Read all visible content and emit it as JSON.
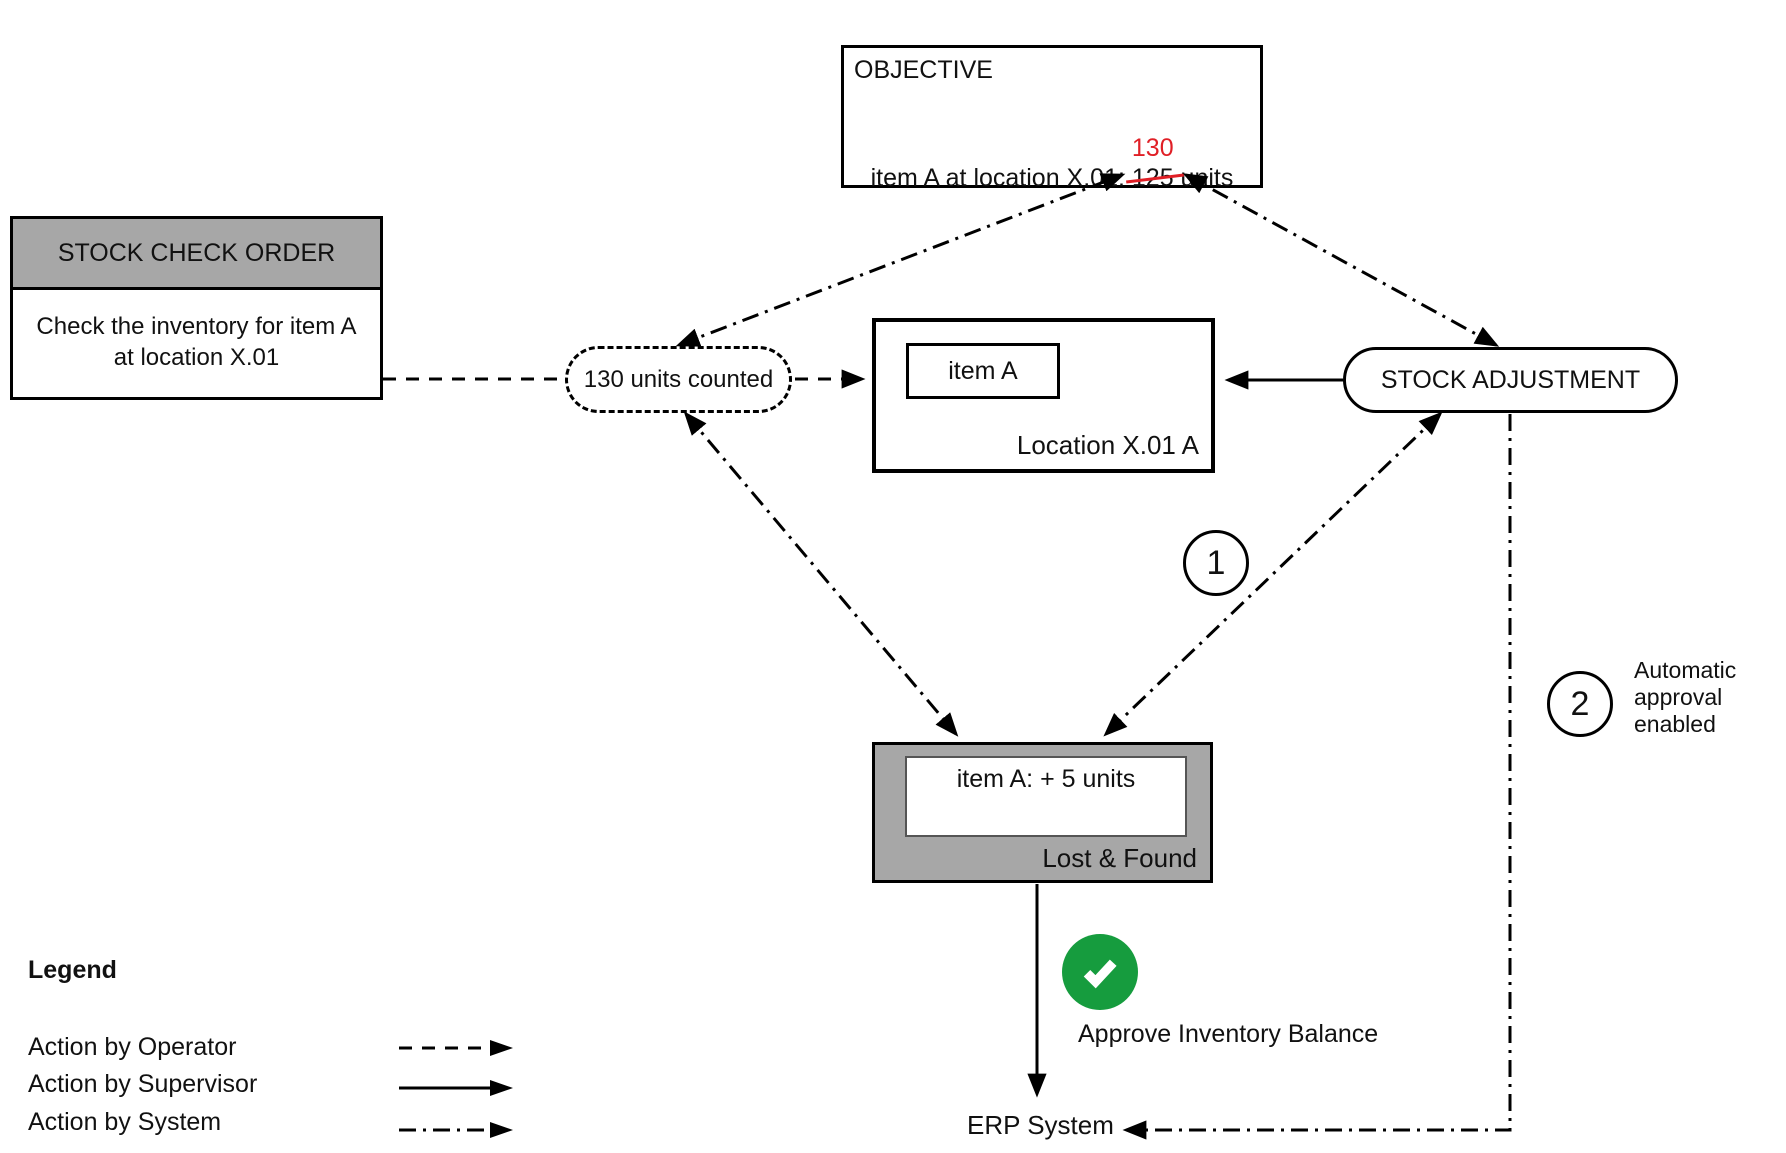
{
  "colors": {
    "gray_fill": "#a7a7a7",
    "line_black": "#000000",
    "correction_red": "#e01f26",
    "approve_green": "#169c3e",
    "background": "#ffffff"
  },
  "objective": {
    "title": "OBJECTIVE",
    "line_prefix": "item A at location X.01: ",
    "old_value": "125",
    "new_value": "130",
    "line_suffix": " units"
  },
  "stock_check_order": {
    "title": "STOCK CHECK ORDER",
    "body_line1": "Check the inventory for item A",
    "body_line2": "at location X.01"
  },
  "counted_pill": {
    "label": "130 units counted"
  },
  "location_box": {
    "item_label": "item A",
    "location_label": "Location X.01 A"
  },
  "stock_adjustment": {
    "label": "STOCK ADJUSTMENT"
  },
  "lost_found": {
    "item_label": "item A: + 5 units",
    "location_label": "Lost & Found"
  },
  "steps": {
    "step1": "1",
    "step2": "2",
    "step2_note": "Automatic approval enabled"
  },
  "approval": {
    "label": "Approve Inventory Balance"
  },
  "erp": {
    "label": "ERP System"
  },
  "legend": {
    "title": "Legend",
    "items": [
      {
        "label": "Action by Operator",
        "style": "dashed"
      },
      {
        "label": "Action by Supervisor",
        "style": "solid"
      },
      {
        "label": "Action by System",
        "style": "dashdot"
      }
    ]
  }
}
